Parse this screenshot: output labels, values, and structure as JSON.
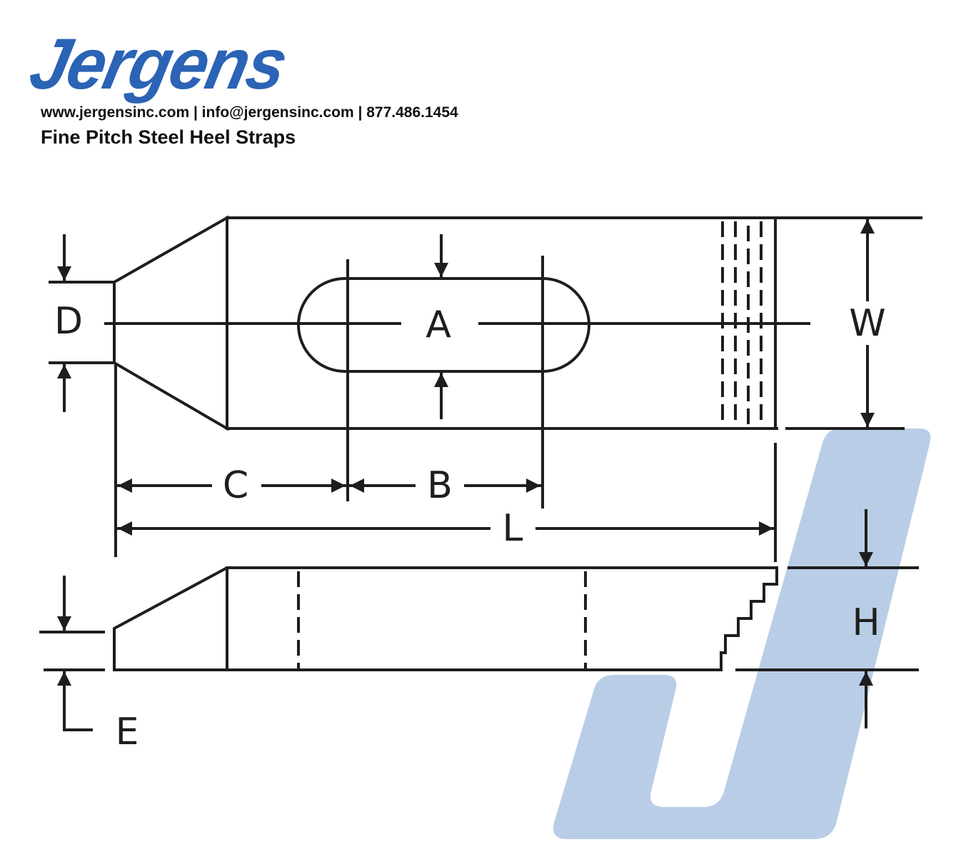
{
  "header": {
    "logo_text": "Jergens",
    "contact_line": "www.jergensinc.com | info@jergensinc.com | 877.486.1454",
    "title": "Fine Pitch Steel Heel Straps"
  },
  "diagram": {
    "labels": {
      "A": "A",
      "B": "B",
      "C": "C",
      "D": "D",
      "W": "W",
      "L": "L",
      "H": "H",
      "E": "E"
    },
    "colors": {
      "line": "#1e1e1e",
      "logo": "#2b63b5",
      "watermark": "#b9cde6"
    }
  }
}
